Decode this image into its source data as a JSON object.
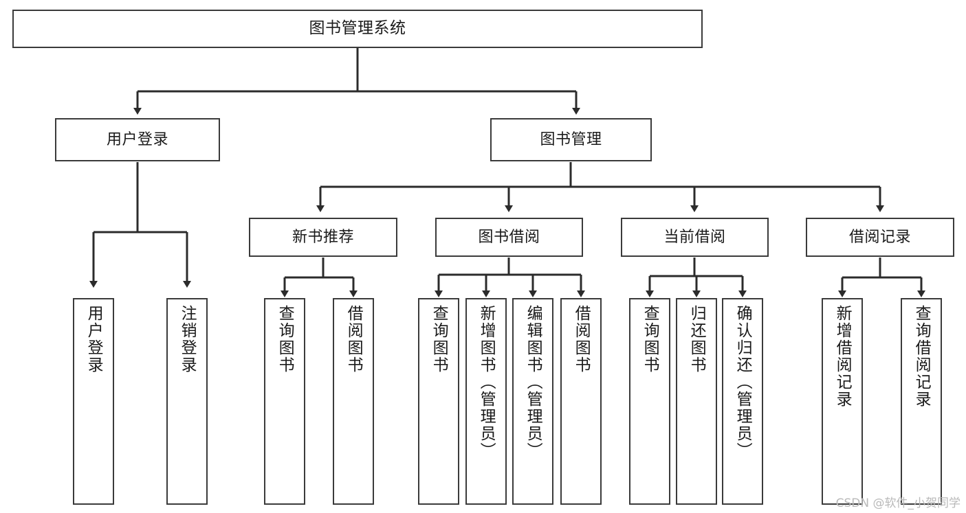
{
  "diagram": {
    "title": "图书管理系统",
    "type": "tree-hierarchy",
    "watermark": "CSDN @软件_小贺同学",
    "colors": {
      "box_border": "#3a3a3a",
      "box_fill": "#ffffff",
      "connector": "#2b2b2b",
      "text": "#1a1a1a",
      "watermark": "#b9b9b9"
    },
    "root": {
      "label": "图书管理系统"
    },
    "level1": [
      {
        "label": "用户登录"
      },
      {
        "label": "图书管理"
      }
    ],
    "level2": [
      {
        "label": "新书推荐"
      },
      {
        "label": "图书借阅"
      },
      {
        "label": "当前借阅"
      },
      {
        "label": "借阅记录"
      }
    ],
    "leaves": {
      "user_login": [
        {
          "label": "用户登录"
        },
        {
          "label": "注销登录"
        }
      ],
      "new_book_recommend": [
        {
          "label": "查询图书"
        },
        {
          "label": "借阅图书"
        }
      ],
      "book_borrow": [
        {
          "label": "查询图书"
        },
        {
          "label": "新增图书（管理员）"
        },
        {
          "label": "编辑图书（管理员）"
        },
        {
          "label": "借阅图书"
        }
      ],
      "current_borrow": [
        {
          "label": "查询图书"
        },
        {
          "label": "归还图书"
        },
        {
          "label": "确认归还（管理员）"
        }
      ],
      "borrow_record": [
        {
          "label": "新增借阅记录"
        },
        {
          "label": "查询借阅记录"
        }
      ]
    }
  }
}
